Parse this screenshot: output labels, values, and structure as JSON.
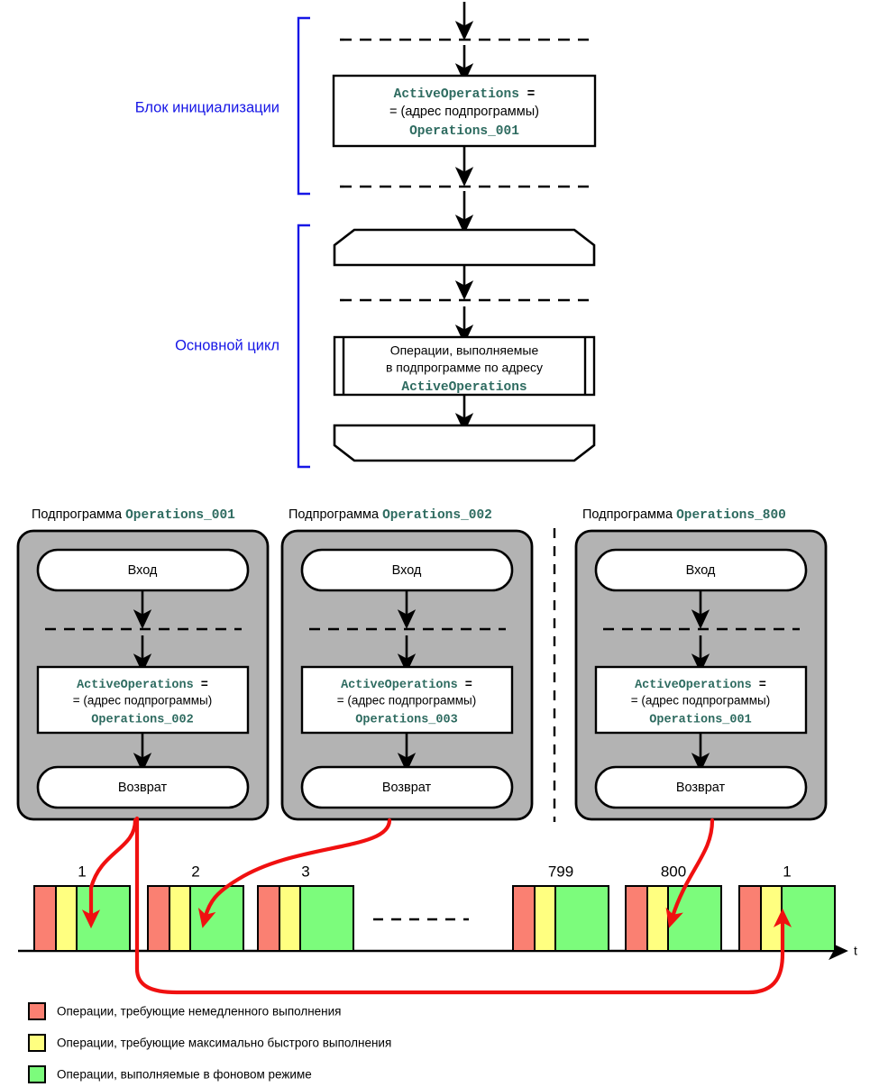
{
  "colors": {
    "bracket_blue": "#1616e6",
    "label_blue": "#1616e6",
    "code_teal": "#2e6b60",
    "text_black": "#000000",
    "arrow_red": "#f01010",
    "subroutine_fill": "#b3b3b3",
    "immediate_red": "#fa8072",
    "fast_yellow": "#ffff80",
    "background_green": "#7cfc7c",
    "stroke_black": "#000000",
    "white": "#ffffff"
  },
  "sections": {
    "init_label": "Блок инициализации",
    "main_loop_label": "Основной цикл"
  },
  "init_block": {
    "assignment": {
      "line1_code": "ActiveOperations",
      "line1_suffix": " =",
      "line2": "= (адрес подпрограммы)",
      "line3_code": "Operations_001"
    }
  },
  "main_loop": {
    "loop_start_text": "",
    "loop_end_text": "",
    "predefined_process": {
      "line1": "Операции, выполняемые",
      "line2": "в подпрограмме по адресу",
      "line3_code": "ActiveOperations"
    }
  },
  "subroutines": [
    {
      "title_prefix": "Подпрограмма ",
      "title_code": "Operations_001",
      "entry": "Вход",
      "assign_line1_code": "ActiveOperations",
      "assign_line1_suffix": " =",
      "assign_line2": "= (адрес подпрограммы)",
      "assign_line3_code": "Operations_002",
      "exit": "Возврат"
    },
    {
      "title_prefix": "Подпрограмма ",
      "title_code": "Operations_002",
      "entry": "Вход",
      "assign_line1_code": "ActiveOperations",
      "assign_line1_suffix": " =",
      "assign_line2": "= (адрес подпрограммы)",
      "assign_line3_code": "Operations_003",
      "exit": "Возврат"
    },
    {
      "title_prefix": "Подпрограмма ",
      "title_code": "Operations_800",
      "entry": "Вход",
      "assign_line1_code": "ActiveOperations",
      "assign_line1_suffix": " =",
      "assign_line2": "= (адрес подпрограммы)",
      "assign_line3_code": "Operations_001",
      "exit": "Возврат"
    }
  ],
  "timeline": {
    "axis_label": "t",
    "ellipsis": "- - - - - -",
    "slot_labels": [
      "1",
      "2",
      "3",
      "799",
      "800",
      "1"
    ],
    "segments": [
      "immediate",
      "fast",
      "background"
    ]
  },
  "legend": [
    {
      "swatch": "immediate_red",
      "text": "Операции, требующие немедленного выполнения"
    },
    {
      "swatch": "fast_yellow",
      "text": "Операции, требующие максимально быстрого выполнения"
    },
    {
      "swatch": "background_green",
      "text": "Операции, выполняемые в фоновом режиме"
    }
  ]
}
